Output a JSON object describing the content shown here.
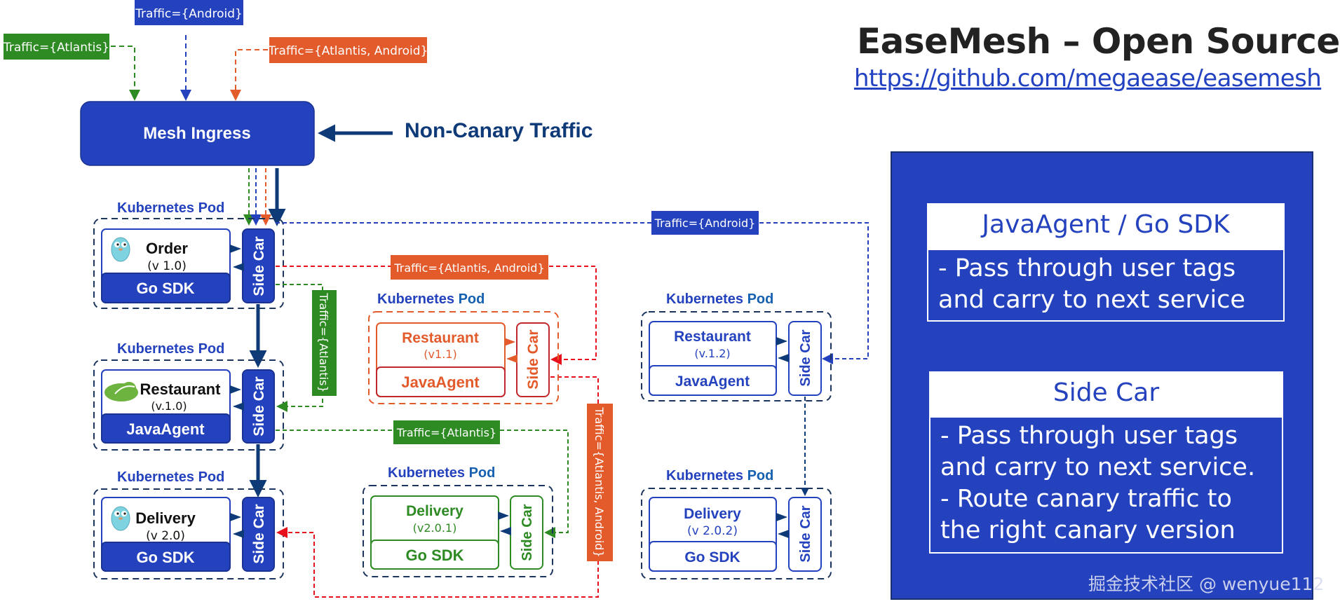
{
  "header": {
    "title": "EaseMesh – Open Source",
    "repo_link": "https://github.com/megaease/easemesh"
  },
  "colors": {
    "blue": "#2442be",
    "navy": "#0f3a78",
    "green": "#2e8a23",
    "orange": "#e35a2b",
    "red": "#e8101a",
    "dark_red": "#c0282c"
  },
  "ingress": {
    "label": "Mesh Ingress",
    "non_canary_label": "Non-Canary Traffic"
  },
  "traffic_tags": {
    "top_android": "Traffic={Android}",
    "top_atlantis": "Traffic={Atlantis}",
    "top_atlantis_android": "Traffic={Atlantis, Android}",
    "mid_android": "Traffic={Android}",
    "mid_atlantis_android": "Traffic={Atlantis, Android}",
    "vertical_atlantis": "Traffic={Atlantis}",
    "mid_atlantis": "Traffic={Atlantis}",
    "vertical_atlantis_android": "Traffic={Atlantis, Android}"
  },
  "pods": {
    "pod_label_1": "Kubernetes",
    "pod_label_2": "Pod",
    "sidecar_label": "Side Car",
    "order": {
      "name": "Order",
      "version": "(v 1.0)",
      "agent": "Go SDK",
      "icon": "gopher-icon"
    },
    "restaurant": {
      "name": "Restaurant",
      "version": "(v.1.0)",
      "agent": "JavaAgent",
      "icon": "spring-leaf-icon"
    },
    "delivery": {
      "name": "Delivery",
      "version": "(v 2.0)",
      "agent": "Go SDK",
      "icon": "gopher-icon"
    },
    "restaurant_canary_1": {
      "name": "Restaurant",
      "version": "(v1.1)",
      "agent": "JavaAgent"
    },
    "restaurant_canary_2": {
      "name": "Restaurant",
      "version": "(v.1.2)",
      "agent": "JavaAgent"
    },
    "delivery_canary_1": {
      "name": "Delivery",
      "version": "(v2.0.1)",
      "agent": "Go SDK"
    },
    "delivery_canary_2": {
      "name": "Delivery",
      "version": "(v 2.0.2)",
      "agent": "Go SDK"
    }
  },
  "legend_panel": {
    "cards": [
      {
        "title": "JavaAgent / Go SDK",
        "lines": [
          "- Pass through user tags",
          "and carry to next service"
        ]
      },
      {
        "title": "Side Car",
        "lines": [
          "- Pass through user tags",
          "and carry to next service.",
          "- Route canary traffic to",
          "the right canary version"
        ]
      }
    ],
    "watermark": "掘金技术社区 @ wenyue112"
  }
}
